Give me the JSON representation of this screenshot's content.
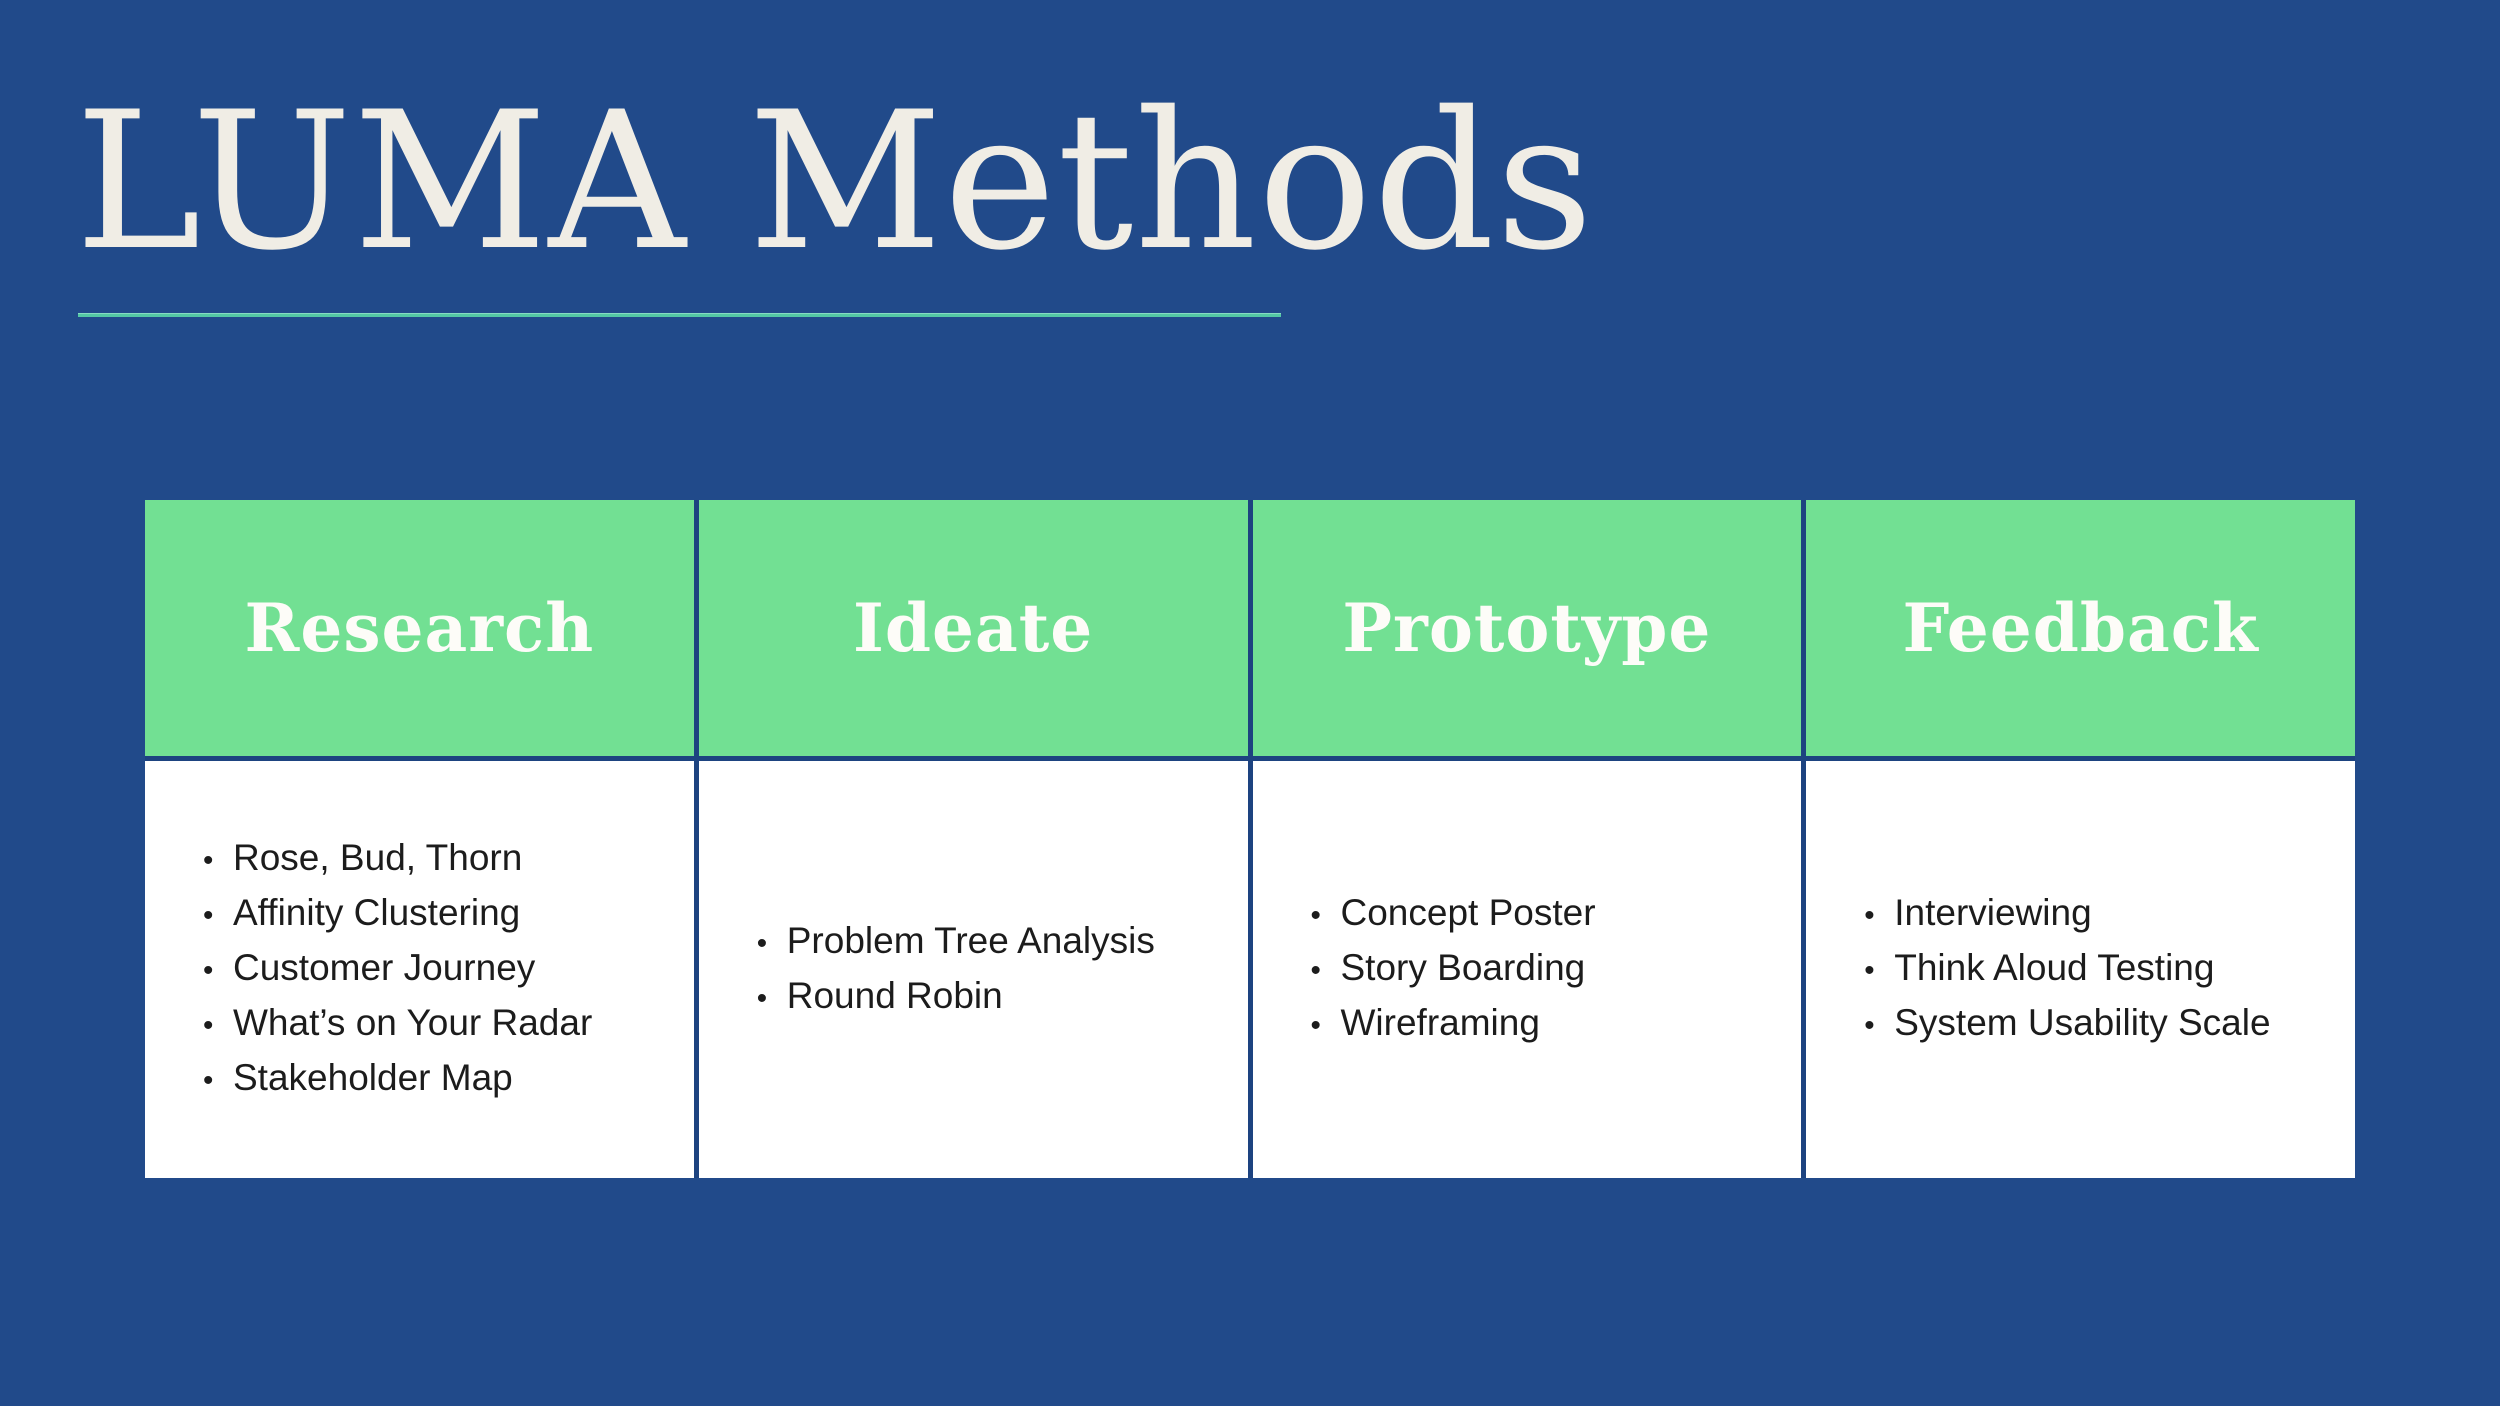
{
  "title": {
    "text": "LUMA Methods"
  },
  "colors": {
    "background": "#214a8a",
    "header-green": "#72e093",
    "underline-teal": "#54c8a5",
    "border-blue": "#1d4380",
    "cell-white": "#ffffff",
    "title-color": "#f0ede5",
    "header-text": "#fdfcf8",
    "body-text": "#1c1c1c"
  },
  "table": {
    "columns": [
      {
        "header": "Research",
        "items": [
          "Rose, Bud, Thorn",
          "Affinity Clustering",
          "Customer Journey",
          "What’s on Your Radar",
          "Stakeholder Map"
        ]
      },
      {
        "header": "Ideate",
        "items": [
          "Problem Tree Analysis",
          "Round Robin"
        ]
      },
      {
        "header": "Prototype",
        "items": [
          "Concept Poster",
          "Story Boarding",
          "Wireframing"
        ]
      },
      {
        "header": "Feedback",
        "items": [
          "Interviewing",
          "Think Aloud Testing",
          "System Usability Scale"
        ]
      }
    ]
  }
}
